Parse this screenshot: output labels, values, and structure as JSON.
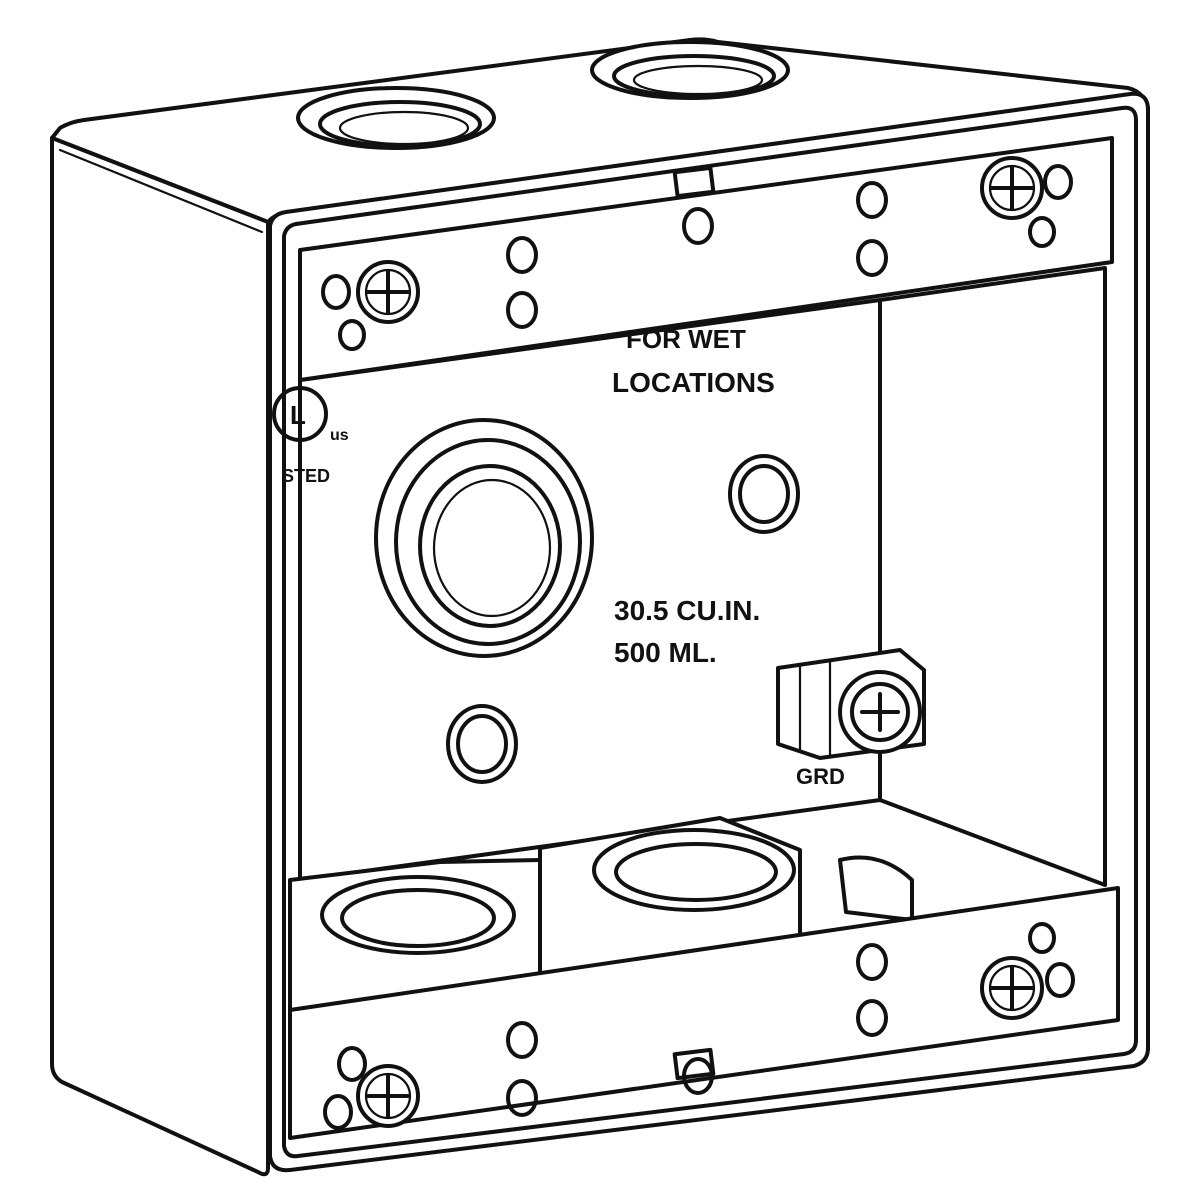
{
  "labels": {
    "wet_line1": "FOR WET",
    "wet_line2": "LOCATIONS",
    "volume_line1": "30.5 CU.IN.",
    "volume_line2": "500 ML.",
    "ground": "GRD",
    "cert_us": "us",
    "cert_listed": "STED",
    "cert_mark": "L"
  }
}
